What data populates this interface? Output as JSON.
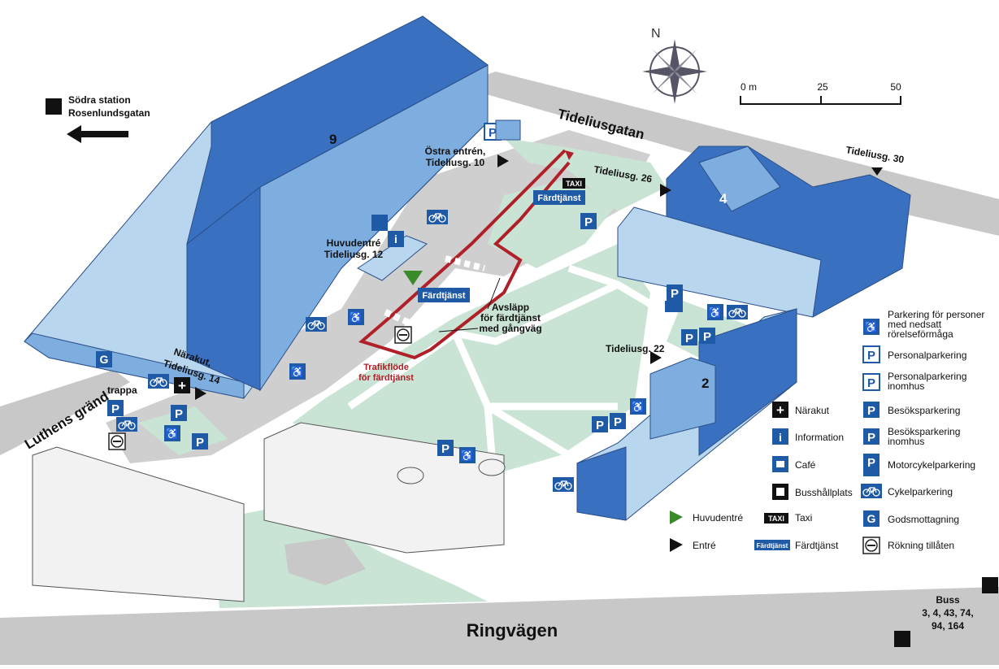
{
  "compass": {
    "north": "N"
  },
  "scale": {
    "ticks": [
      "0 m",
      "25",
      "50"
    ]
  },
  "station": {
    "line1": "Södra station",
    "line2": "Rosenlundsgatan"
  },
  "streets": {
    "tideliusgatan": "Tideliusgatan",
    "ringvagen": "Ringvägen",
    "luthens": "Luthens gränd"
  },
  "buildings": {
    "b9": "9",
    "b4": "4",
    "b2": "2"
  },
  "labels": {
    "ostra1": "Östra entrén,",
    "ostra2": "Tideliusg. 10",
    "tid26": "Tideliusg. 26",
    "tid30": "Tideliusg. 30",
    "tid22": "Tideliusg. 22",
    "huvud1": "Huvudentré",
    "huvud2": "Tideliusg. 12",
    "narakut1": "Närakut,",
    "narakut2": "Tideliusg. 14",
    "trappa": "trappa",
    "avslapp1": "Avsläpp",
    "avslapp2": "för färdtjänst",
    "avslapp3": "med gångväg",
    "trafik1": "Trafikflöde",
    "trafik2": "för färdtjänst",
    "fardtjanst": "Färdtjänst",
    "taxi": "TAXI",
    "buss_title": "Buss",
    "buss_l1": "3, 4, 43, 74,",
    "buss_l2": "94, 164"
  },
  "legend": {
    "narakut": "Närakut",
    "information": "Information",
    "cafe": "Café",
    "busshallplats": "Busshållplats",
    "huvudentre": "Huvudentré",
    "entre": "Entré",
    "taxi": "Taxi",
    "fardtjanst": "Färdtjänst",
    "fardtjanst_badge": "Färdtjänst",
    "handikapp1": "Parkering för personer",
    "handikapp2": "med nedsatt",
    "handikapp3": "rörelseförmåga",
    "personal": "Personalparkering",
    "personal_in1": "Personalparkering",
    "personal_in2": "inomhus",
    "besok": "Besöksparkering",
    "besok_in1": "Besöksparkering",
    "besok_in2": "inomhus",
    "motorcykel": "Motorcykelparkering",
    "cykel": "Cykelparkering",
    "gods": "Godsmottagning",
    "rokning": "Rökning tillåten"
  },
  "colors": {
    "building_light": "#b9d6ef",
    "building_mid": "#7eaee0",
    "building_dark": "#3a70c0",
    "green": "#c9e4d4",
    "road": "#c8c8c8",
    "route": "#b02028",
    "sign_blue": "#1f5aa6",
    "entrance_green": "#3a8a2a"
  }
}
